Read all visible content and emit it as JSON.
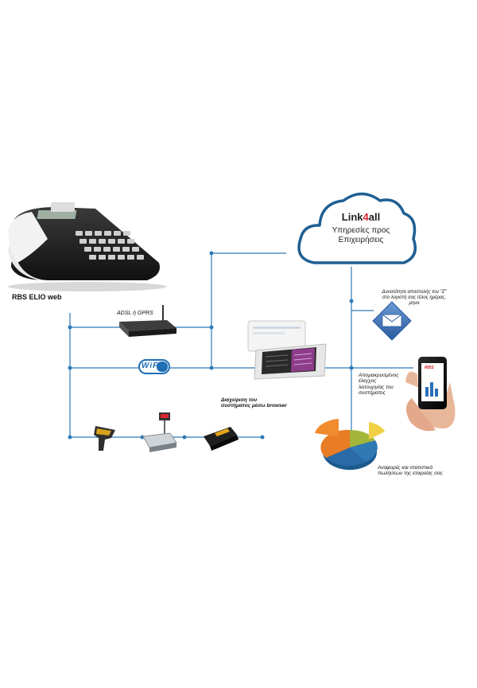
{
  "texts": {
    "device_label": "RBS ELIO web",
    "adsl_label": "ADSL ή GPRS",
    "wifi_label": "WiFi",
    "cloud_brand_a": "Link",
    "cloud_brand_b": "4",
    "cloud_brand_c": "all",
    "cloud_line1": "Υπηρεσίες προς",
    "cloud_line2": "Επιχειρήσεις",
    "email_line1": "Δυνατότητα αποστολής του \"Z\"",
    "email_line2": "στο λογιστή σας τέλος ημέρας,",
    "email_line3": "μηνα",
    "peripherals_line1": "Διαχείριση του",
    "peripherals_line2": "συστήματος μέσω browser",
    "remote_line1": "Απομακρυσμένος",
    "remote_line2": "έλεγχος",
    "remote_line3": "λειτουργίας του",
    "remote_line4": "συστήματος",
    "reports_line1": "Αναφορές και στατιστικά",
    "reports_line2": "πωλήσεων της εταιρείας σας",
    "phone_brand": "RBS"
  },
  "colors": {
    "line": "#2f7ab8",
    "cloud_stroke": "#1f5f93",
    "wifi": "#1e6fb5",
    "brand_red": "#d8262e",
    "email_blue": "#3a6fb0"
  }
}
